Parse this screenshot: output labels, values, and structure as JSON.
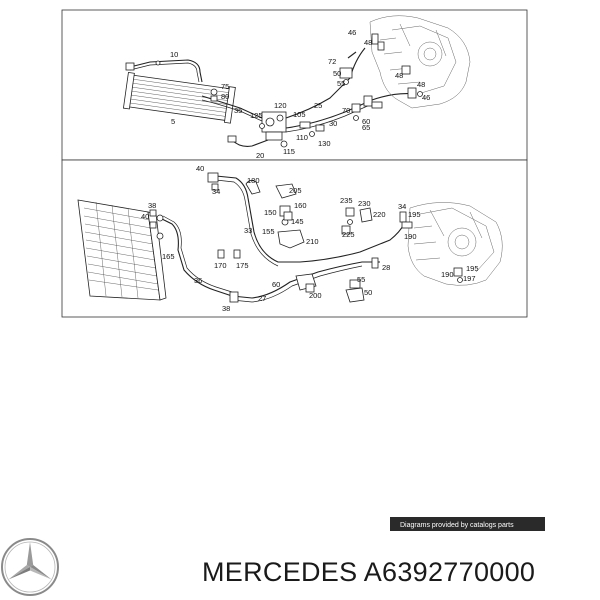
{
  "top_panel": {
    "callouts": [
      "10",
      "5",
      "75",
      "80",
      "35",
      "120",
      "125",
      "105",
      "20",
      "115",
      "110",
      "130",
      "25",
      "70",
      "30",
      "60",
      "65",
      "72",
      "46",
      "48",
      "50",
      "55",
      "48",
      "48",
      "46"
    ]
  },
  "bottom_panel": {
    "callouts": [
      "40",
      "34",
      "38",
      "40",
      "165",
      "36",
      "170",
      "175",
      "38",
      "27",
      "180",
      "205",
      "150",
      "160",
      "145",
      "33",
      "155",
      "210",
      "60",
      "200",
      "55",
      "50",
      "235",
      "230",
      "220",
      "225",
      "34",
      "195",
      "190",
      "28",
      "190",
      "197",
      "195"
    ]
  },
  "credit": "Diagrams provided by catalogs parts",
  "brand_logo": "mercedes-star-icon",
  "caption": "MERCEDES A6392770000"
}
